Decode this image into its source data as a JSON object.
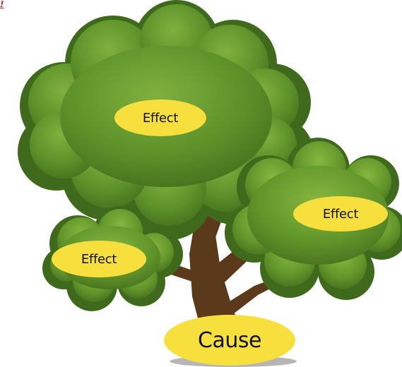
{
  "corner_mark": "!",
  "labels": {
    "effect_top": "Effect",
    "effect_right": "Effect",
    "effect_left": "Effect",
    "cause": "Cause"
  },
  "colors": {
    "foliage_dark": "#3f6a1c",
    "foliage_mid": "#5a8e27",
    "foliage_light": "#7aab38",
    "trunk": "#5b3a1c",
    "label_fill": "#f7e03e"
  }
}
